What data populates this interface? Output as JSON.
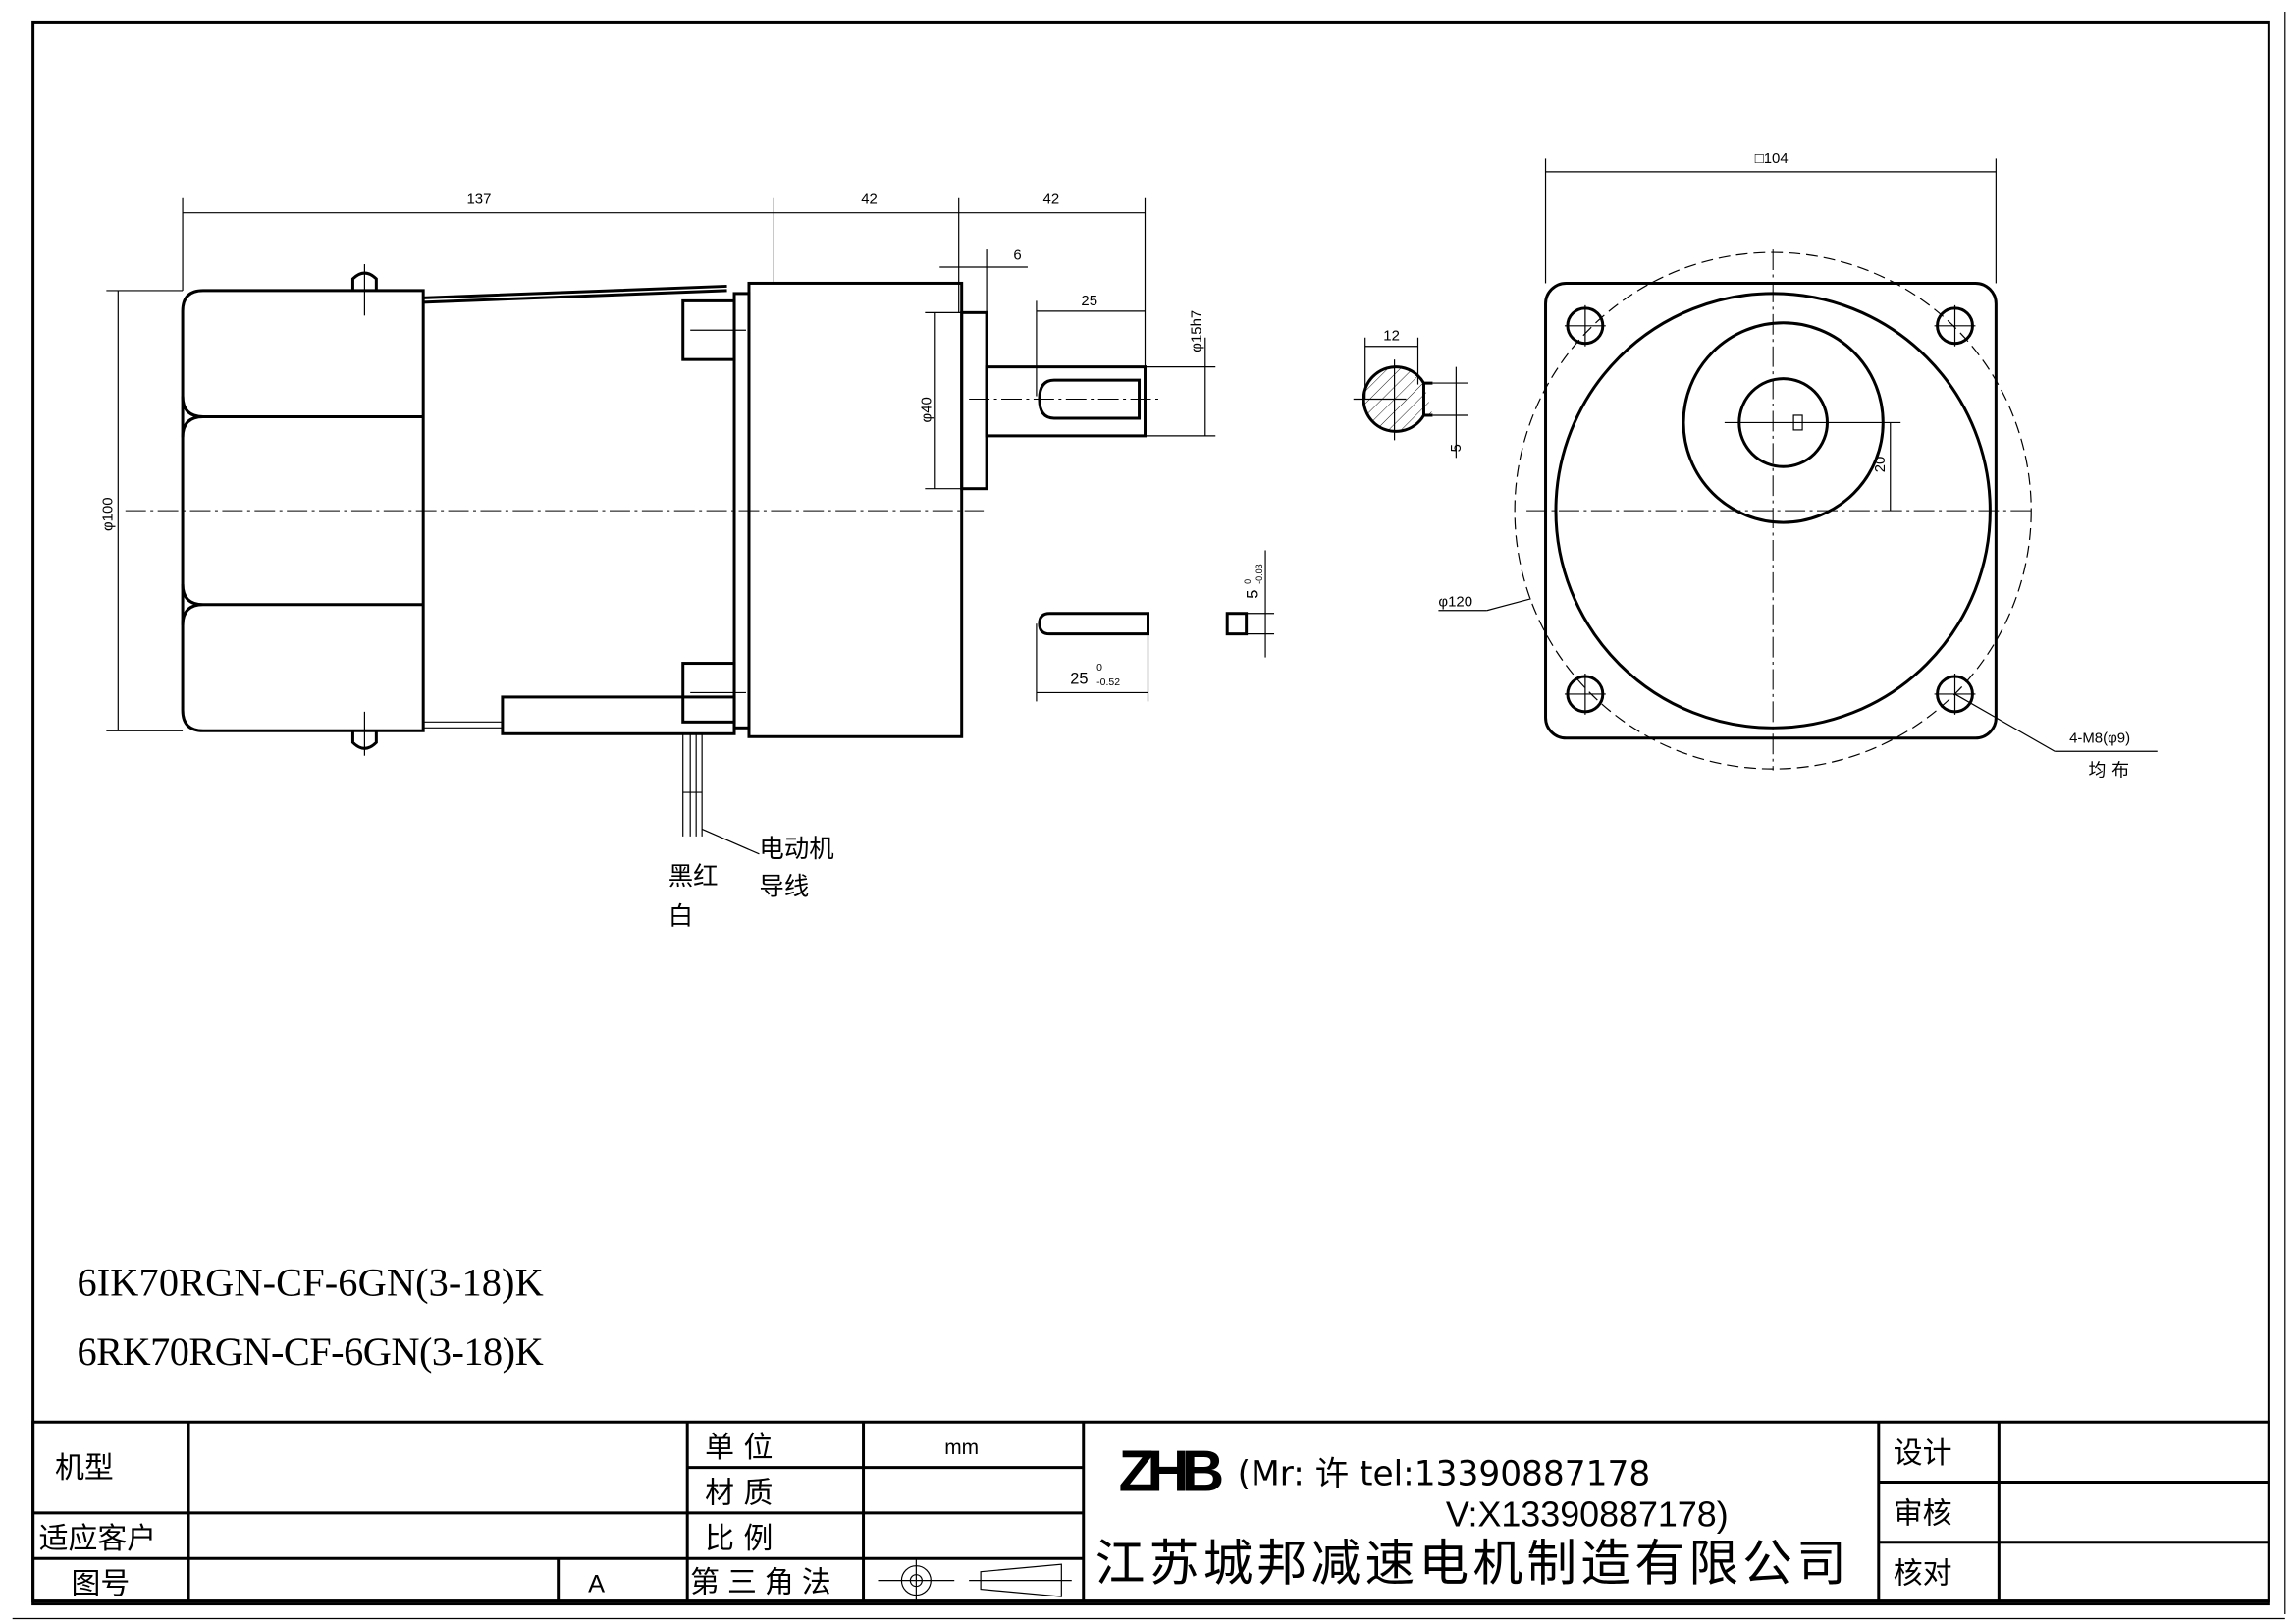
{
  "side_view": {
    "dim_motor_length": "137",
    "dim_gearbox_length": "42",
    "dim_shaft_length": "42",
    "dim_flange": "6",
    "dim_key_length": "25",
    "dim_shaft_dia": "φ15h7",
    "dim_boss_dia": "φ40",
    "dim_body_dia": "φ100",
    "wire_label_1": "电动机",
    "wire_label_2": "导线",
    "wire_colors_1": "黑红",
    "wire_colors_2": "白"
  },
  "key_detail": {
    "length_nominal": "25",
    "length_upper": "0",
    "length_lower": "-0.52",
    "width_nominal": "5",
    "width_upper": "0",
    "width_lower": "-0.03"
  },
  "section": {
    "dim_width": "12",
    "dim_key": "5"
  },
  "front_view": {
    "dim_square": "□104",
    "dim_offset": "20",
    "dim_pcd": "φ120",
    "hole_spec": "4-M8(φ9)",
    "hole_note": "均  布"
  },
  "models": [
    "6IK70RGN-CF-6GN(3-18)K",
    "6RK70RGN-CF-6GN(3-18)K"
  ],
  "title_block": {
    "model_label": "机型",
    "customer_label": "适应客户",
    "drawing_no_label": "图号",
    "revision": "A",
    "unit_label": "单  位",
    "unit_value": "mm",
    "material_label": "材  质",
    "scale_label": "比  例",
    "projection_label": "第三角法",
    "brand": "ZHB",
    "contact_line1": "(Mr: 许 tel:13390887178",
    "contact_line2": "V:X13390887178)",
    "company": "江苏城邦减速电机制造有限公司",
    "design_label": "设计",
    "review_label": "审核",
    "check_label": "核对"
  }
}
